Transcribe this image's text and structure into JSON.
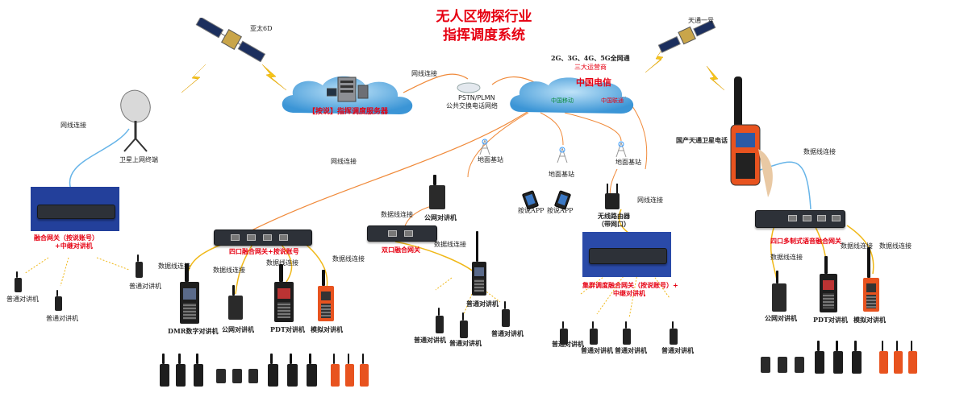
{
  "title": {
    "line1": "无人区物探行业",
    "line2": "指挥调度系统"
  },
  "satellites": {
    "left": "亚太6D",
    "right": "天通一号"
  },
  "cloud_left": {
    "server_label": "【按说】指挥调度服务器"
  },
  "pstn": {
    "name": "PSTN/PLMN",
    "desc": "公共交换电话网络"
  },
  "carrier": {
    "networks": "2G、3G、4G、5G全网通",
    "operators": "三大运营商",
    "logos": [
      "中国电信",
      "中国移动",
      "中国联通"
    ]
  },
  "labels": {
    "net_conn_1": "网线连接",
    "net_conn_2": "网线连接",
    "net_conn_3": "网线连接",
    "net_conn_4": "网线连接",
    "sat_terminal": "卫星上网终端",
    "tiantong_phone": "国产天通卫星电话",
    "data_conn": "数据线连接",
    "base_station": "地面基站",
    "ptt_app": "按说APP",
    "public_radio": "公网对讲机",
    "wireless_router_1": "无线路由器",
    "wireless_router_2": "（带网口）",
    "common_radio": "普通对讲机",
    "dmr_radio": "DMR数字对讲机",
    "pdt_radio": "PDT对讲机",
    "analog_radio": "模拟对讲机"
  },
  "gateways": {
    "fusion": "融合网关（按说账号）",
    "fusion_relay": "+中继对讲机",
    "four_port": "四口融合网关+按说账号",
    "dual_port": "双口融合网关",
    "cluster_1": "集群调度融合网关（按说账号）+",
    "cluster_2": "中继对讲机",
    "four_port_multi": "四口多制式语音融合网关"
  },
  "colors": {
    "accent_red": "#e60012",
    "cloud_blue": "#4aa2de",
    "line_orange": "#f08a3a",
    "line_yellow": "#f0b818",
    "line_blue": "#66b4e8",
    "radio_orange": "#e8531f"
  },
  "icons": [
    "satellite-icon",
    "satellite-dish-icon",
    "server-icon",
    "cloud-icon",
    "cell-tower-icon",
    "smartphone-icon",
    "walkie-talkie-icon",
    "gateway-icon",
    "router-icon",
    "lightning-icon",
    "sat-phone-icon"
  ]
}
